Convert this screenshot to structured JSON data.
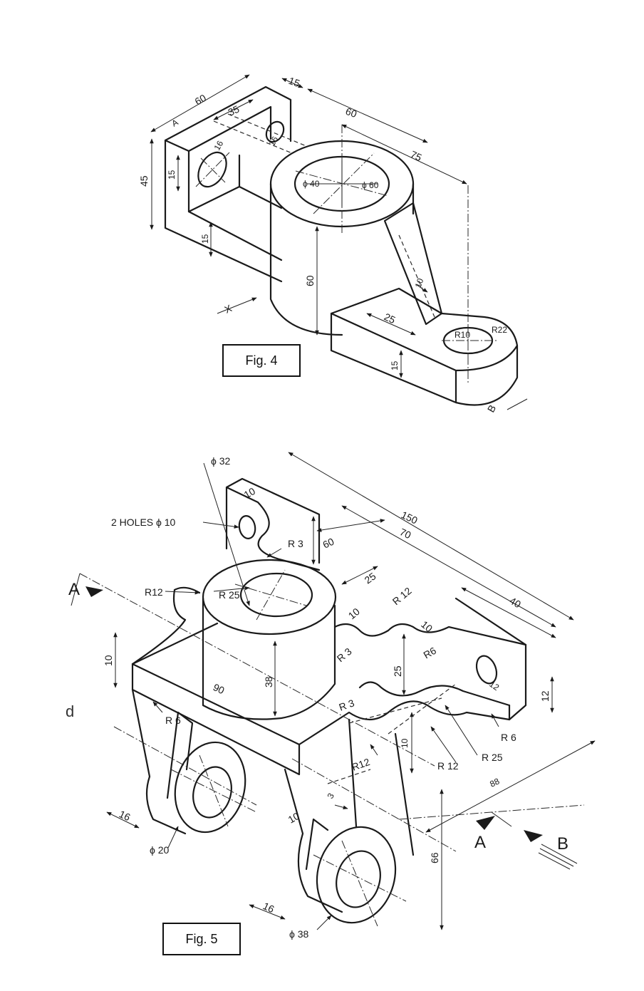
{
  "fig4": {
    "caption": "Fig. 4",
    "dims": {
      "d60_top": "60",
      "d15_top": "15",
      "d35": "35",
      "dA": "A",
      "d45": "45",
      "d15_side": "15",
      "d15_low": "15",
      "d16": "16",
      "d16b": "16",
      "d60_long": "60",
      "d75": "75",
      "phi40": "ϕ 40",
      "phi60": "ϕ 60",
      "d60_height": "60",
      "d10": "10",
      "d25": "25",
      "d15_lug": "15",
      "r10": "R10",
      "r22": "R22",
      "x": "X",
      "b": "B"
    }
  },
  "fig5": {
    "caption": "Fig. 5",
    "dims": {
      "phi32": "ϕ 32",
      "d10_top": "10",
      "holes": "2 HOLES ϕ 10",
      "r3_top": "R 3",
      "d60": "60",
      "d150": "150",
      "d70": "70",
      "d25_top": "25",
      "r12_top": "R 12",
      "d40": "40",
      "r12_left": "R12",
      "r25": "R 25",
      "d10_mid": "10",
      "d10_mid2": "10",
      "r3_mid": "R 3",
      "r6_mid": "R6",
      "d10_left": "10",
      "d38": "38",
      "d25_mid": "25",
      "d12a": "12",
      "d12b": "12",
      "d90": "90",
      "r3_low": "R 3",
      "r6_left": "R 6",
      "r6_right": "R 6",
      "d10_low": "10",
      "r12_low": "R12",
      "r12_right": "R 12",
      "r25_right": "R 25",
      "d88": "88",
      "d3": "3",
      "d10_leg": "10",
      "d16_left": "16",
      "phi20": "ϕ 20",
      "d66": "66",
      "d16_right": "16",
      "phi38": "ϕ 38",
      "view_a_left": "A",
      "view_a_right": "A",
      "view_b": "B"
    }
  },
  "stray_mark": "d"
}
